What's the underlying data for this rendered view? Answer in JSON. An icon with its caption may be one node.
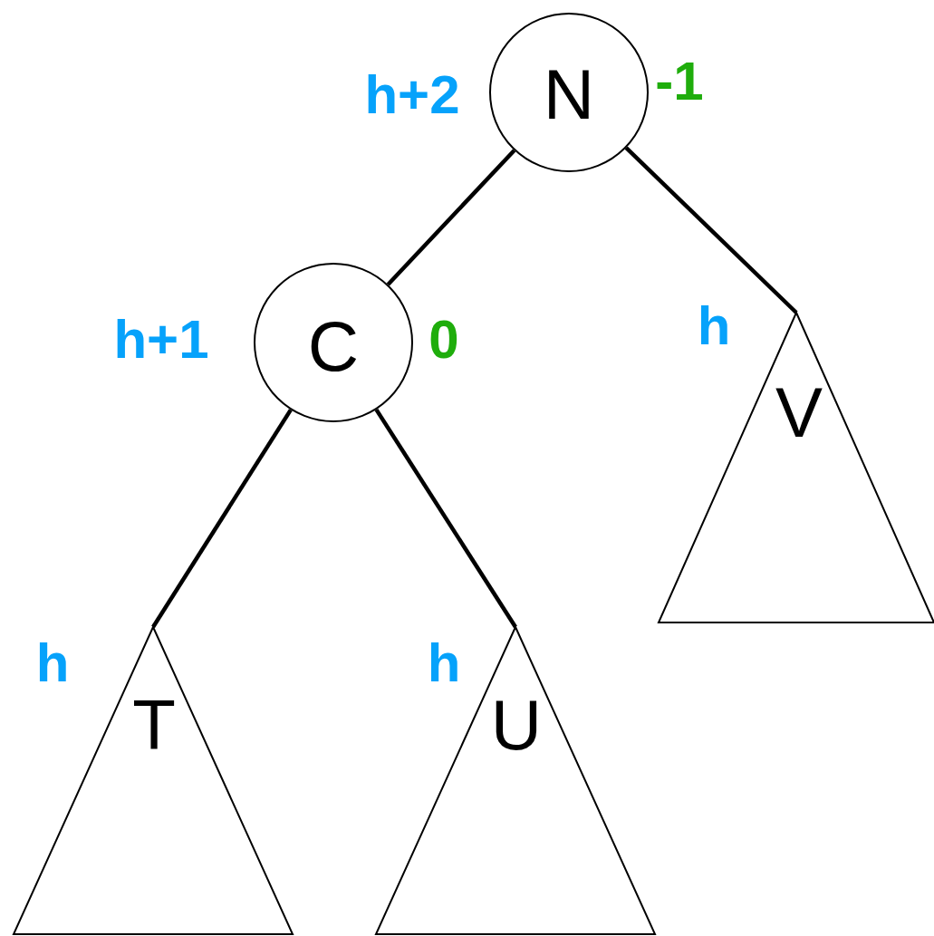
{
  "diagram": {
    "nodes": [
      {
        "text": [
          "N"
        ],
        "beside": [
          "h+2",
          "-1"
        ]
      },
      {
        "text": [
          "C"
        ],
        "beside": [
          "h+1",
          "0"
        ]
      },
      {
        "text": [
          "V"
        ],
        "beside": [
          "h"
        ]
      },
      {
        "text": [
          "T"
        ],
        "beside": [
          "h"
        ]
      },
      {
        "text": [
          "U"
        ],
        "beside": [
          "h"
        ]
      }
    ],
    "edges": [
      {
        "from": 0,
        "to": 1,
        "arrow": "none"
      },
      {
        "from": 0,
        "to": 2,
        "arrow": "none"
      },
      {
        "from": 1,
        "to": 3,
        "arrow": "none"
      },
      {
        "from": 1,
        "to": 4,
        "arrow": "none"
      }
    ]
  }
}
